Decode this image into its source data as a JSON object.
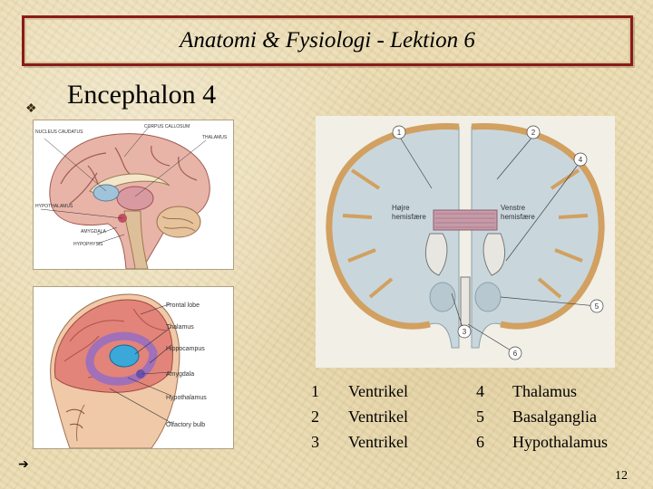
{
  "title": "Anatomi & Fysiologi - Lektion 6",
  "bullet": "Encephalon 4",
  "figure_midbrain": {
    "labels": [
      "CORPUS CALLOSUM",
      "NUCLEUS CAUDATUS",
      "THALAMUS",
      "HYPOTHALAMUS",
      "AMYGDALA",
      "HYPOPHYSIS"
    ]
  },
  "figure_head": {
    "labels": [
      "Frontal lobe",
      "Thalamus",
      "Hippocampus",
      "Amygdala",
      "Hypothalamus",
      "Olfactory bulb"
    ]
  },
  "figure_coronal": {
    "hemisphere_right": [
      "Højre",
      "hemisfære"
    ],
    "hemisphere_left": [
      "Venstre",
      "hemisfære"
    ],
    "markers": [
      "1",
      "2",
      "3",
      "4",
      "5",
      "6"
    ]
  },
  "legend": [
    {
      "num": "1",
      "name": "Ventrikel"
    },
    {
      "num": "2",
      "name": "Ventrikel"
    },
    {
      "num": "3",
      "name": "Ventrikel"
    },
    {
      "num": "4",
      "name": "Thalamus"
    },
    {
      "num": "5",
      "name": "Basalganglia"
    },
    {
      "num": "6",
      "name": "Hypothalamus"
    }
  ],
  "page_number": "12",
  "icons": {
    "bullet": "diamond-dots-bullet-icon",
    "arrow": "arrow-right-icon"
  }
}
